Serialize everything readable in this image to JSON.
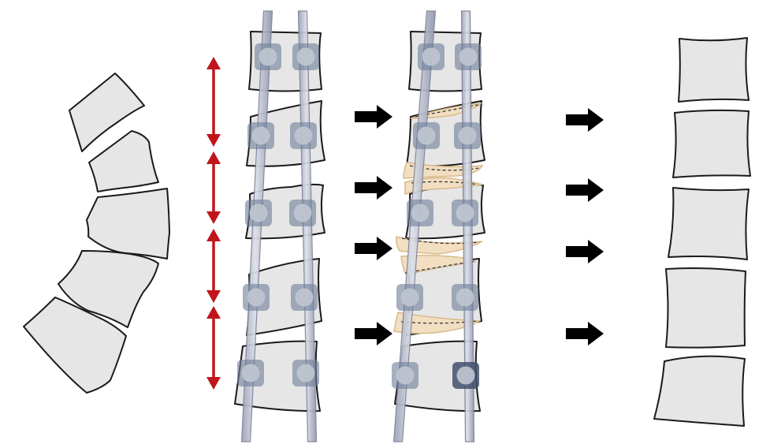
{
  "colors": {
    "background": "#ffffff",
    "vertebra_fill": "#e6e6e6",
    "vertebra_stroke": "#1a1a1a",
    "rod_fill": "#c9ccd8",
    "rod_stroke": "#7d8296",
    "screw_square": "#6f7f99",
    "screw_circle": "#c0c6d2",
    "screw_dark": "#3f4f6b",
    "distraction_arrow": "#c0161b",
    "bone_graft_fill": "#f2dfc2",
    "bone_graft_stroke": "#d9b98a",
    "step_arrow": "#000000"
  },
  "panels": [
    {
      "id": "curved-spine",
      "vertebrae": 5,
      "icon": "curved-spine-icon"
    },
    {
      "id": "instrumented-spine-distraction",
      "vertebrae": 5,
      "rods": 2,
      "screws_per_level": 2,
      "distraction_segments": 4,
      "icon": "distraction-arrow-icon"
    },
    {
      "id": "instrumented-spine-graft",
      "vertebrae": 5,
      "rods": 2,
      "screws_per_level": 2,
      "graft_wedges": 4,
      "icon": "bone-graft-icon"
    },
    {
      "id": "corrected-spine",
      "vertebrae": 5,
      "icon": "straight-spine-icon"
    }
  ],
  "step_arrows": {
    "column_1": 4,
    "column_2": 4,
    "icon": "right-arrow-icon"
  }
}
